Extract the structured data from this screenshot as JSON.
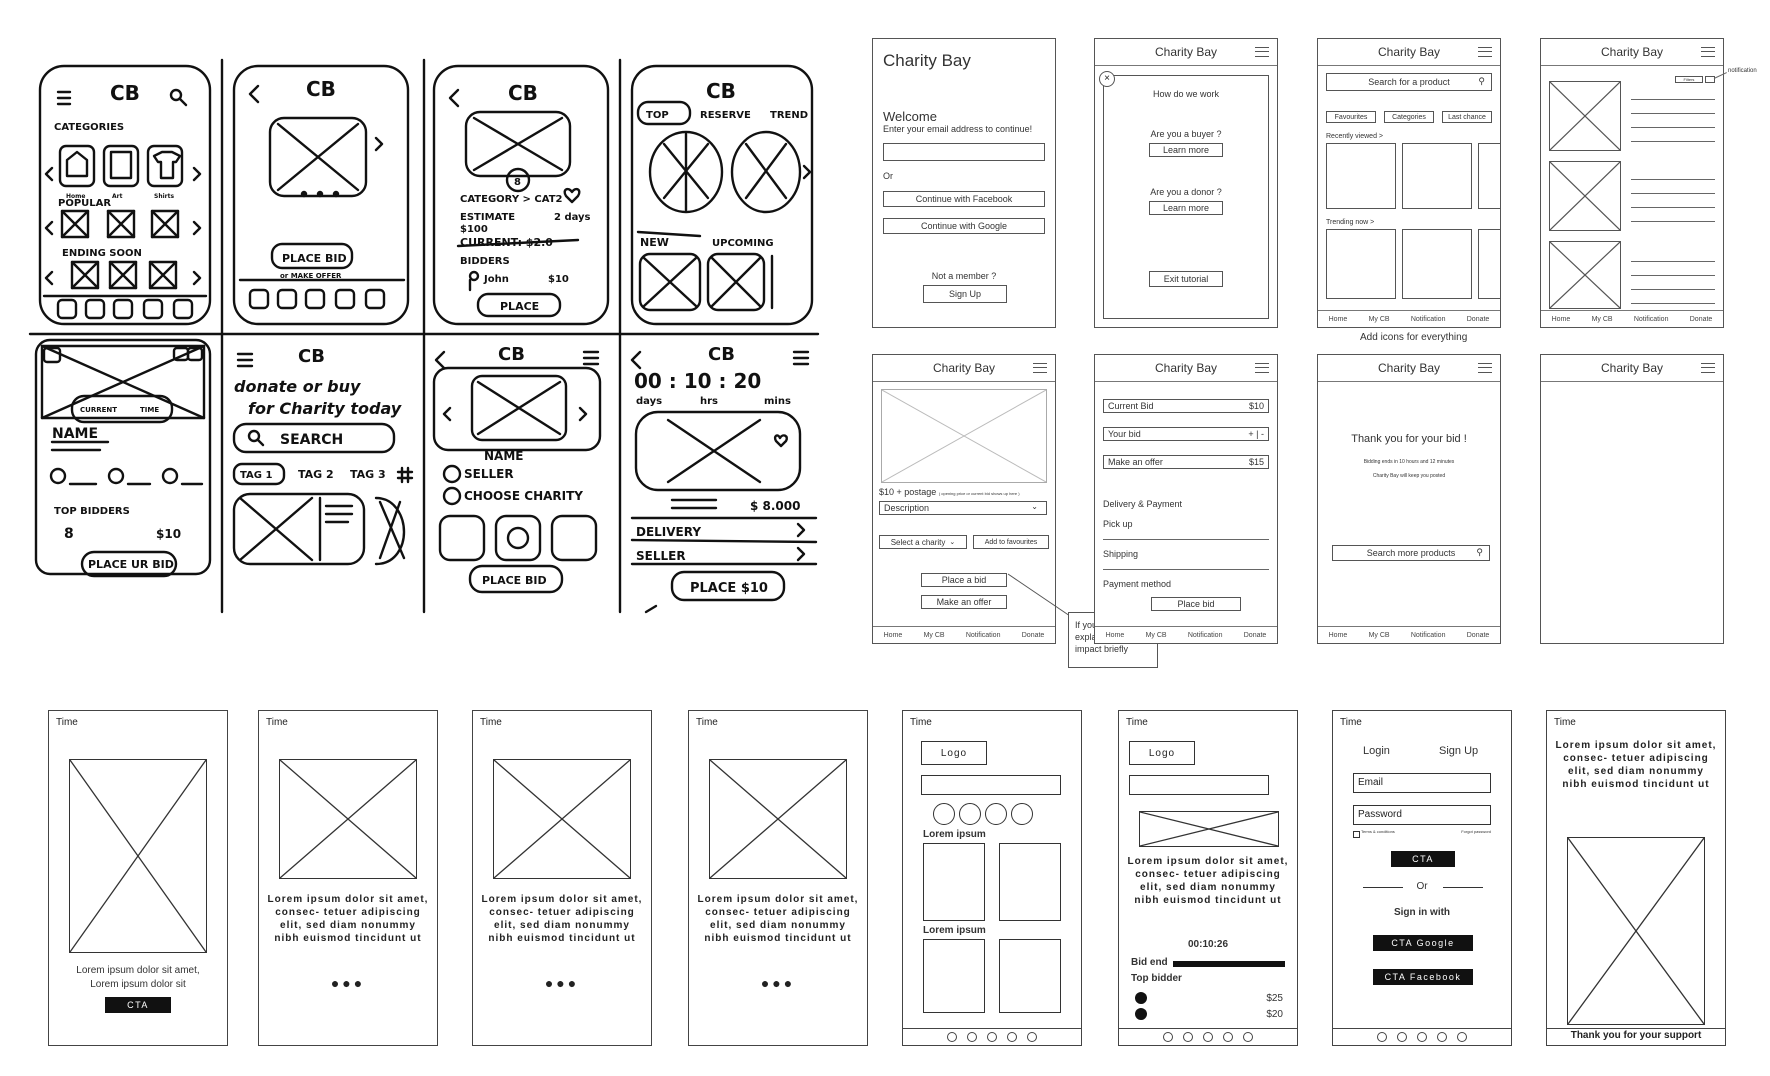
{
  "sketches": {
    "s1": {
      "title": "CB",
      "categories": "CATEGORIES",
      "cat_labels": [
        "Home",
        "Art",
        "Shirts"
      ],
      "popular": "POPULAR",
      "ending": "ENDING SOON"
    },
    "s2": {
      "title": "CB",
      "place_bid": "PLACE BID",
      "make_offer": "or MAKE OFFER"
    },
    "s3": {
      "title": "CB",
      "category": "CATEGORY > CAT2",
      "estimate": "ESTIMATE",
      "estimate_val": "$100",
      "days": "2 days",
      "current": "CURRENT: $2.0",
      "bidders": "BIDDERS",
      "bidder_name": "John",
      "bidder_amt": "$10",
      "place": "PLACE"
    },
    "s4": {
      "title": "CB",
      "tabs": [
        "TOP",
        "RESERVE",
        "TREND"
      ],
      "new": "NEW",
      "upcoming": "UPCOMING"
    },
    "s5": {
      "current": "CURRENT",
      "time": "TIME",
      "name": "NAME",
      "top_bidders": "TOP BIDDERS",
      "bid_num": "8",
      "bid_amt": "$10",
      "place": "PLACE UR BID"
    },
    "s6": {
      "title": "CB",
      "headline1": "donate or buy",
      "headline2": "for Charity today",
      "search": "SEARCH",
      "tags": [
        "TAG 1",
        "TAG 2",
        "TAG 3"
      ]
    },
    "s7": {
      "title": "CB",
      "name": "NAME",
      "seller": "SELLER",
      "charity": "CHOOSE CHARITY",
      "place": "PLACE BID"
    },
    "s8": {
      "title": "CB",
      "timer": "00 : 10 : 20",
      "units": [
        "days",
        "hrs",
        "mins"
      ],
      "price": "$ 8.000",
      "delivery": "DELIVERY",
      "seller": "SELLER",
      "place": "PLACE $10"
    }
  },
  "wireframes": {
    "footer": [
      "Home",
      "My CB",
      "Notification",
      "Donate"
    ],
    "app_name": "Charity Bay",
    "welcome": {
      "heading": "Welcome",
      "subtitle": "Enter your email address  to continue!",
      "or": "Or",
      "facebook": "Continue with Facebook",
      "google": "Continue with Google",
      "not_member": "Not a member ?",
      "signup": "Sign Up"
    },
    "tutorial": {
      "how": "How do we work",
      "buyer": "Are you a buyer ?",
      "donor": "Are you a donor ?",
      "learn": "Learn more",
      "exit": "Exit tutorial"
    },
    "home": {
      "search": "Search for a product",
      "tabs": [
        "Favourites",
        "Categories",
        "Last chance"
      ],
      "recent": "Recently viewed  >",
      "trending": "Trending now  >",
      "note": "Add icons for everything"
    },
    "list": {
      "filters": "Filters",
      "notification": "notification"
    },
    "product": {
      "price": "$10 + postage",
      "price_note": "( opening price or current bid shows up here )",
      "description": "Description",
      "charity": "Select a charity",
      "favourites": "Add to favourites",
      "bid": "Place a bid",
      "offer": "Make an offer",
      "tooltip": "If you hover, it will explain the social impact briefly"
    },
    "bid": {
      "current": "Current Bid",
      "current_val": "$10",
      "your": "Your bid",
      "your_ctrl": "+ | -",
      "offer": "Make an offer",
      "offer_val": "$15",
      "delivery": "Delivery & Payment",
      "pickup": "Pick up",
      "shipping": "Shipping",
      "payment": "Payment method",
      "place": "Place bid"
    },
    "thanks": {
      "title": "Thank you for your bid !",
      "line1": "Bidding ends in 10 hours and 12 minutes",
      "line2": "Charity Bay will keep you posted",
      "search": "Search more products"
    }
  },
  "bottom": {
    "time": "Time",
    "lorem": "Lorem ipsum dolor sit amet, consec- tetuer adipiscing elit, sed diam nonummy nibh euismod tincidunt ut",
    "dots": "●●●",
    "f1": {
      "caption1": "Lorem ipsum dolor sit amet,",
      "caption2": "Lorem ipsum dolor sit",
      "cta": "CTA"
    },
    "f5": {
      "logo": "Logo",
      "section1": "Lorem ipsum",
      "section2": "Lorem ipsum"
    },
    "f6": {
      "logo": "Logo",
      "timer": "00:10:26",
      "bid_end": "Bid end",
      "top_bidder": "Top bidder",
      "amounts": [
        "$25",
        "$20"
      ]
    },
    "f7": {
      "login": "Login",
      "signup": "Sign Up",
      "email": "Email",
      "password": "Password",
      "terms": "Terms & conditions",
      "forgot": "Forgot password",
      "cta": "CTA",
      "or": "Or",
      "signin": "Sign in with",
      "google": "CTA Google",
      "facebook": "CTA Facebook"
    },
    "f8": {
      "thanks": "Thank you for your support"
    }
  }
}
